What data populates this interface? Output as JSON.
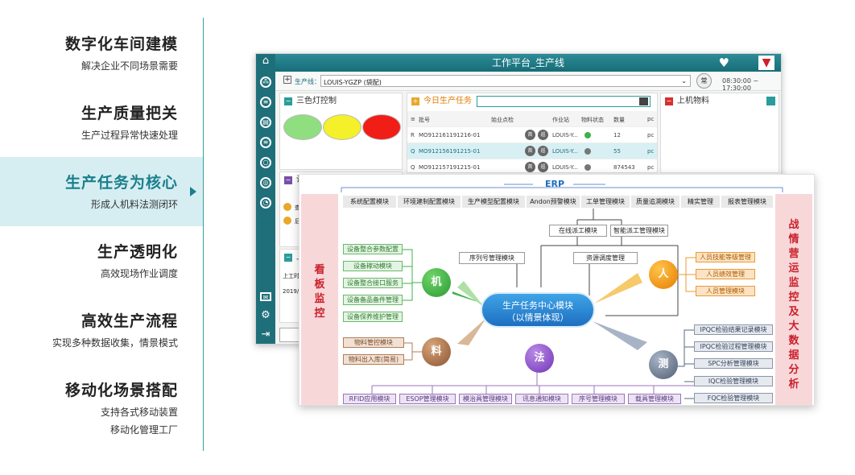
{
  "features": [
    {
      "title": "数字化车间建模",
      "subtitle": "解决企业不同场景需要"
    },
    {
      "title": "生产质量把关",
      "subtitle": "生产过程异常快速处理"
    },
    {
      "title": "生产任务为核心",
      "subtitle": "形成人机料法测闭环"
    },
    {
      "title": "生产透明化",
      "subtitle": "高效现场作业调度"
    },
    {
      "title": "高效生产流程",
      "subtitle": "实现多种数据收集，情景模式"
    },
    {
      "title": "移动化场景搭配",
      "subtitle": "支持各式移动装置",
      "subtitle2": "移动化管理工厂"
    }
  ],
  "window": {
    "title": "工作平台_生产线",
    "line_label": "生产线：",
    "line_value": "LOUIS-YGZP (袋配)",
    "shift_badge": "常",
    "shift_time": "08:30:00 ~ 17:30:00",
    "lights_title": "三色灯控制",
    "tasks_title": "今日生产任务",
    "materials_title": "上机物料",
    "partial_title": "设",
    "partial_title2": "上",
    "partial_cell": "上工时",
    "partial_date": "2019/1",
    "partial_r1": "查",
    "partial_r2": "后",
    "columns": [
      "批号",
      "始业点检",
      "作业站",
      "物料状态",
      "数量",
      "pc"
    ],
    "rows": [
      {
        "flag": "R",
        "lot": "MO912161191216-01",
        "b1": "首",
        "b2": "巡",
        "station": "LOUIS-Y...",
        "status_color": "#3cb34a",
        "qty": "12",
        "unit": "pc"
      },
      {
        "flag": "Q",
        "lot": "MO912156191215-01",
        "b1": "首",
        "b2": "巡",
        "station": "LOUIS-Y...",
        "status_color": "#777777",
        "qty": "55",
        "unit": "pc"
      },
      {
        "flag": "Q",
        "lot": "MO912157191215-01",
        "b1": "首",
        "b2": "巡",
        "station": "LOUIS-Y...",
        "status_color": "#777777",
        "qty": "874543",
        "unit": "pc"
      }
    ]
  },
  "diagram": {
    "erp": "ERP",
    "left_column": "看板监控",
    "right_column": "战情营运监控及大数据分析",
    "top_modules": [
      "系统配置模块",
      "环境建制配置模块",
      "生产模型配置模块",
      "Andon预警模块",
      "工单管理模块",
      "质量追溯模块",
      "精实管理",
      "报表管理模块"
    ],
    "dispatch": [
      "在线派工模块",
      "智能派工管理模块"
    ],
    "serial": "序列号管理模块",
    "resource": "资源调度管理",
    "center_line1": "生产任务中心模块",
    "center_line2": "（以情景体现）",
    "nodes": {
      "machine": "机",
      "material": "料",
      "method": "法",
      "person": "人",
      "measure": "测"
    },
    "machine_modules": [
      "设备整合参数配置",
      "设备稼动模块",
      "设备整合接口服务",
      "设备备品备件管理",
      "设备保养维护管理"
    ],
    "material_modules": [
      "物料管控模块",
      "物料出入库(简易)"
    ],
    "person_modules": [
      "人员技能等级管理",
      "人员绩效管理",
      "人员管理模块"
    ],
    "measure_modules": [
      "IPQC检验结果记录模块",
      "IPQC检验过程管理模块",
      "SPC分析管理模块",
      "IQC检验管理模块",
      "FQC检验管理模块"
    ],
    "bottom_modules": [
      "RFID应用模块",
      "ESOP管理模块",
      "模治具管理模块",
      "讯息通知模块",
      "序号管理模块",
      "载具管理模块"
    ]
  }
}
